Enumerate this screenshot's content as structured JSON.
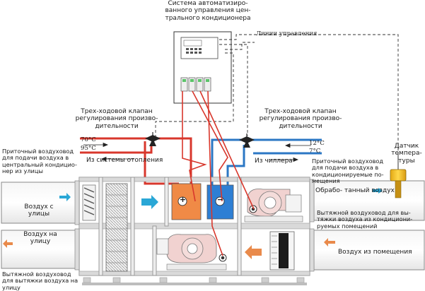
{
  "colors": {
    "hot_pipe": "#d8372c",
    "cold_pipe": "#2b77c4",
    "heater_fill": "#f08a46",
    "cooler_fill": "#2e7fd4",
    "flow_arrow_cyan": "#2aa7d6",
    "flow_arrow_orange": "#e98a4b",
    "control_wire": "#d8372c",
    "sensor_yellow": "#f2c12e",
    "unit_frame_gray": "#c8c8c8"
  },
  "labels": {
    "control_system": "Система автоматизиро-\nванного управления цен-\nтрального кондиционера",
    "control_lines": "Линии управления",
    "valve_heating_label": "Трех-ходовой клапан\nрегулирования произво-\nдительности",
    "valve_chiller_label": "Трех-ходовой клапан\nрегулирования произво-\nдительности",
    "temp_70": "70°C",
    "temp_95": "95°C",
    "temp_12": "12°C",
    "temp_7": "7°C",
    "from_heating": "Из системы отопления",
    "from_chiller": "Из чиллера",
    "supply_duct_outdoor": "Приточный воздуховод\nдля подачи воздуха в\nцентральный кондицио-\nнер из улицы",
    "air_from_street": "Воздух с\nулицы",
    "air_to_street": "Воздух на\nулицу",
    "exhaust_duct_street": "Вытяжной воздуховод\nдля вытяжки воздуха на\nулицу",
    "supply_duct_rooms": "Приточный воздуховод\nдля подачи воздуха в\nкондиционируемые по-\nмещения",
    "treated_air": "Обрабо- танный воздух",
    "exhaust_duct_rooms": "Вытяжной воздуховод для вы-\nтяжки воздуха из кондициони-\nруемых помещений",
    "air_from_room": "Воздух из помещения",
    "temp_sensor": "Датчик\nтемпера-\nтуры"
  },
  "icons": {
    "heater_symbol": "+",
    "cooler_symbol": "−"
  }
}
